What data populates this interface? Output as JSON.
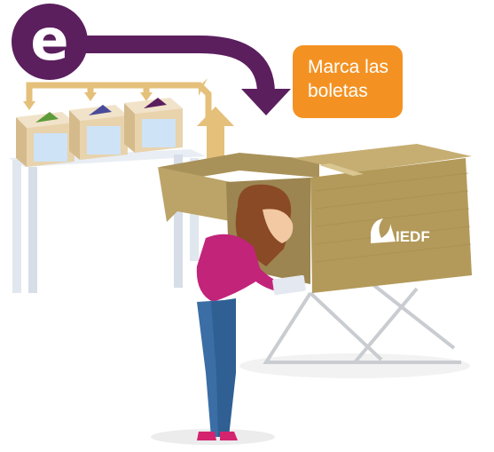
{
  "step": {
    "letter": "e",
    "color": "#5b1f5e"
  },
  "callout": {
    "line1": "Marca las",
    "line2": "boletas",
    "color": "#f39223"
  },
  "booth": {
    "brand": "IEDF",
    "icon": "iedf-logo-icon",
    "color": "#b39a5a"
  },
  "ballot_boxes": {
    "count": 3,
    "icon": "ballot-box-icon"
  },
  "arrows": {
    "flow_color": "#e5c07b",
    "main_color": "#5b1f5e"
  }
}
